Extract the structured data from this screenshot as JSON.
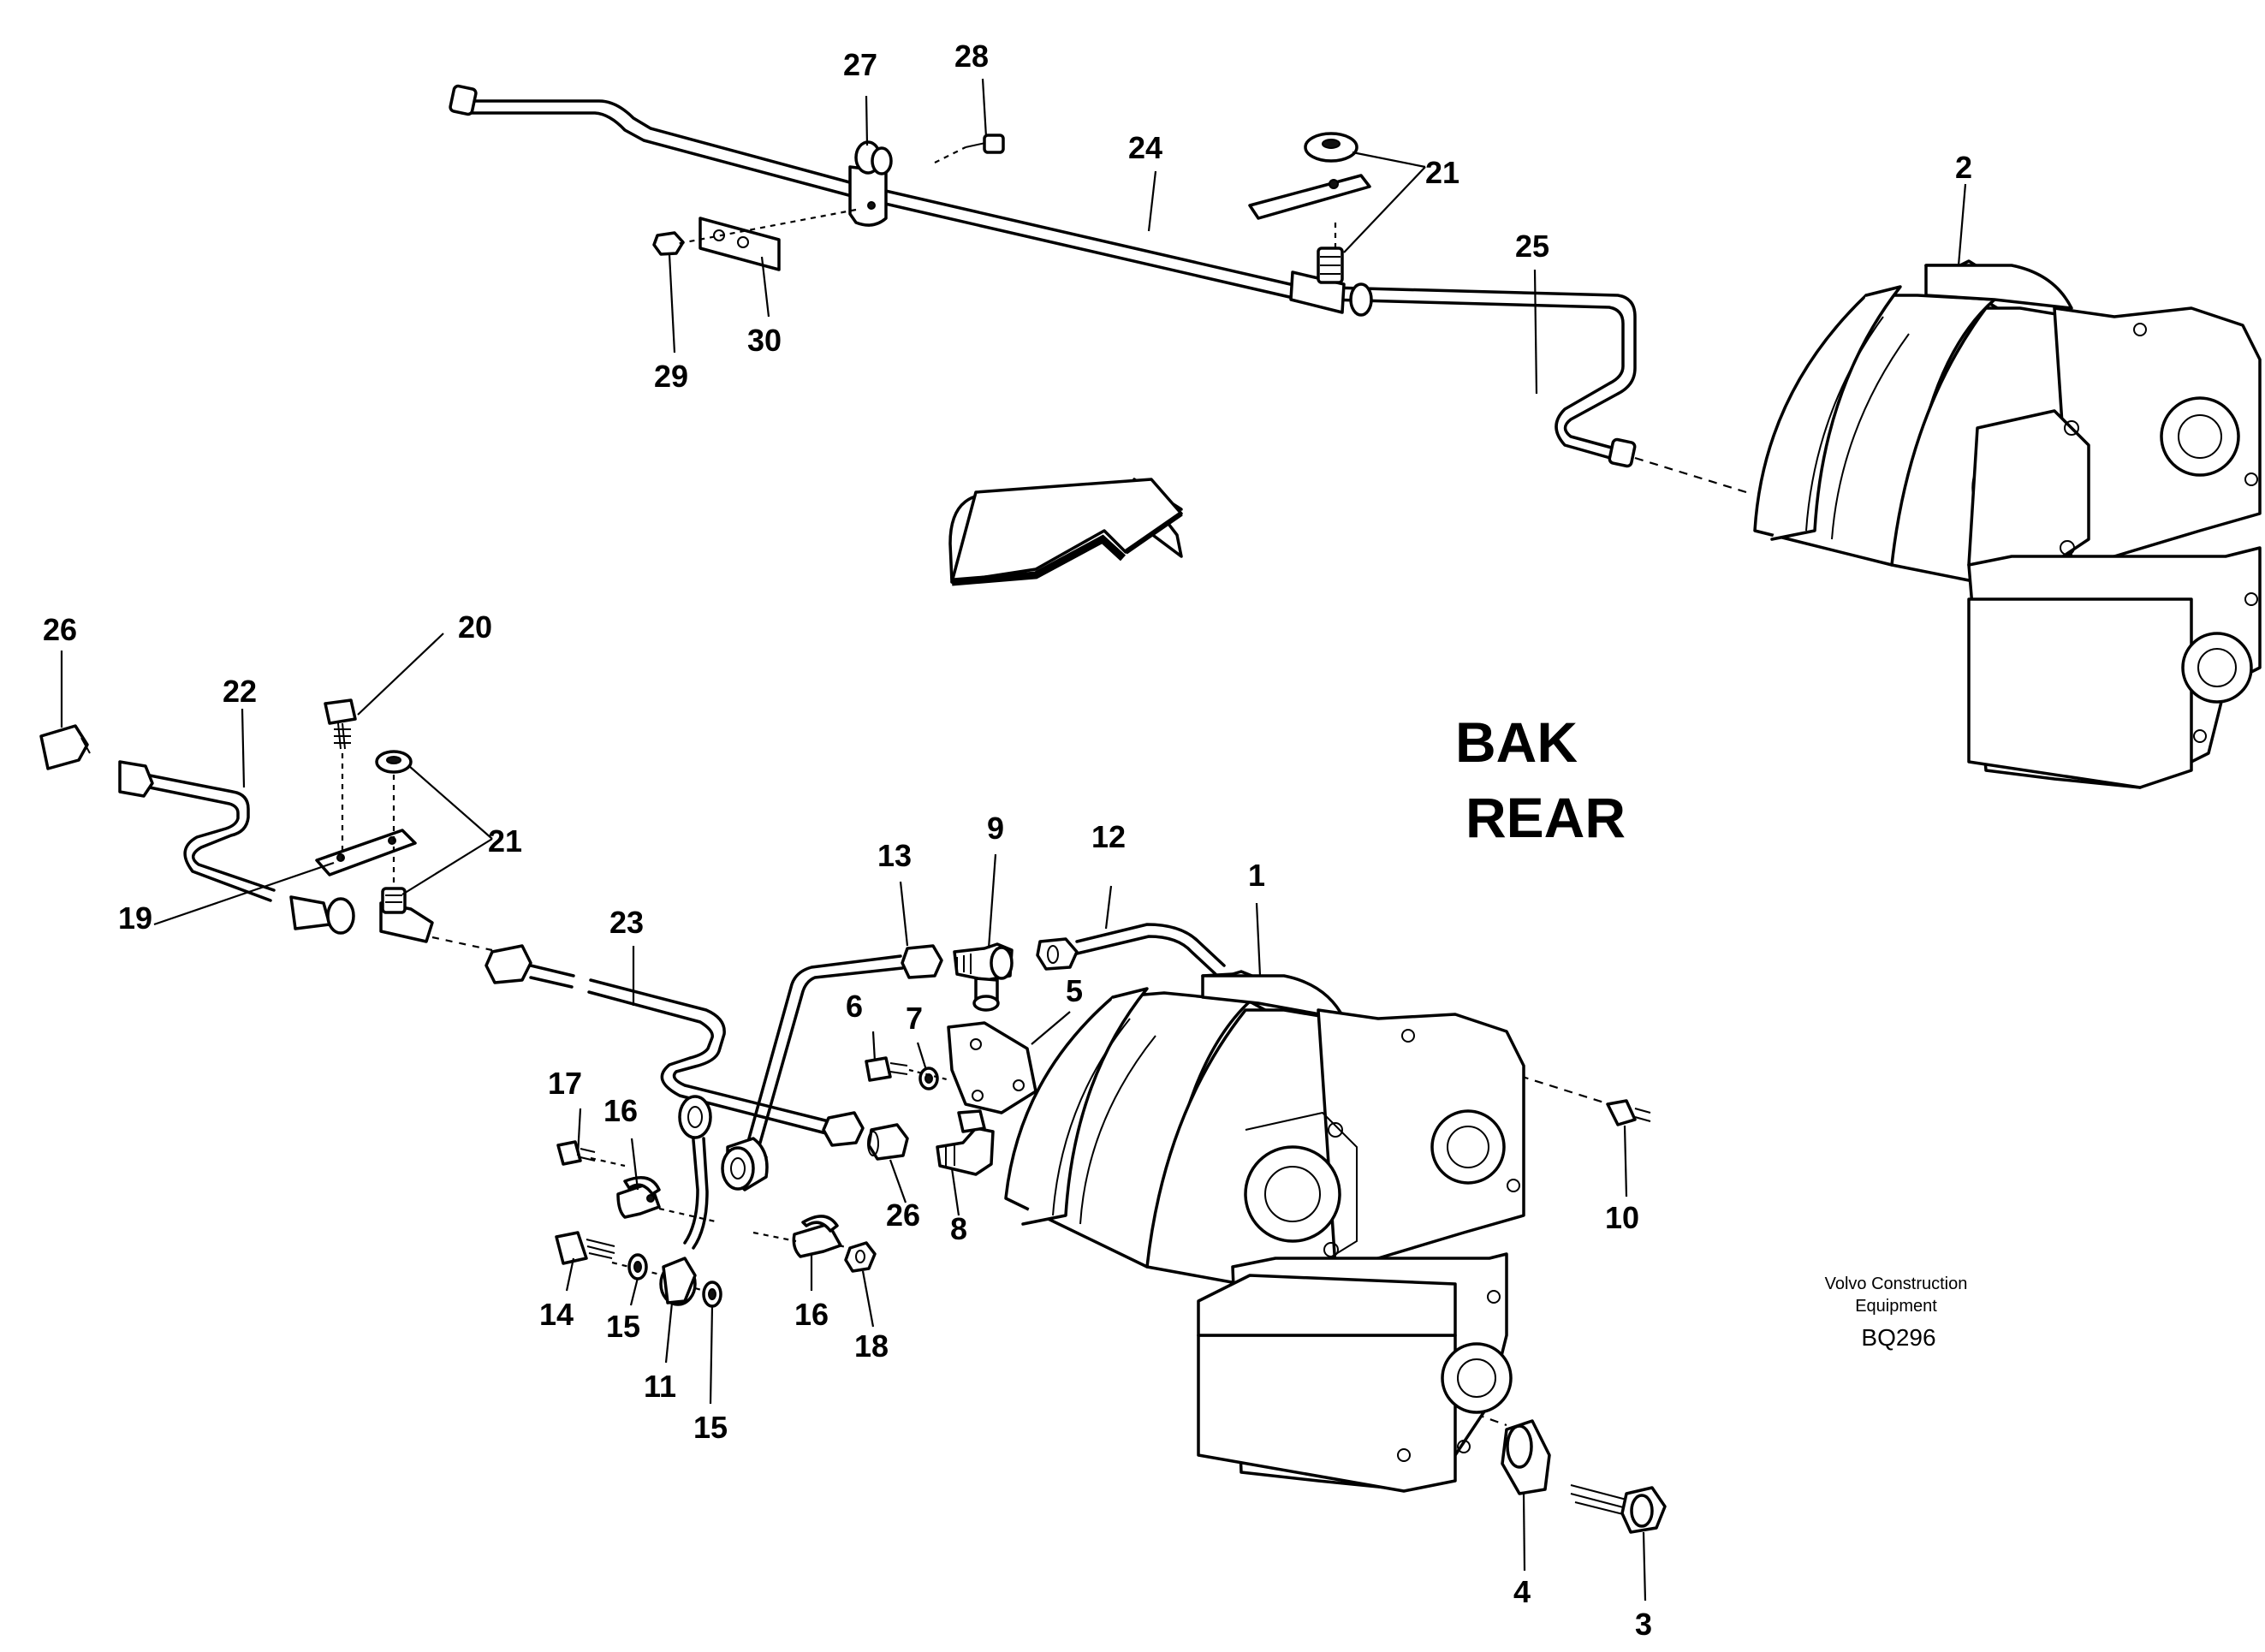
{
  "labels": {
    "n1": "1",
    "n2": "2",
    "n3": "3",
    "n4": "4",
    "n5": "5",
    "n6": "6",
    "n7": "7",
    "n8": "8",
    "n9": "9",
    "n10": "10",
    "n11": "11",
    "n12": "12",
    "n13": "13",
    "n14": "14",
    "n15a": "15",
    "n15b": "15",
    "n16a": "16",
    "n16b": "16",
    "n17": "17",
    "n18": "18",
    "n19": "19",
    "n20": "20",
    "n21a": "21",
    "n21b": "21",
    "n22": "22",
    "n23": "23",
    "n24": "24",
    "n25": "25",
    "n26a": "26",
    "n26b": "26",
    "n27": "27",
    "n28": "28",
    "n29": "29",
    "n30": "30"
  },
  "direction": {
    "line1": "BAK",
    "line2": "REAR"
  },
  "footer": {
    "company_line1": "Volvo Construction",
    "company_line2": "Equipment",
    "code": "BQ296"
  }
}
